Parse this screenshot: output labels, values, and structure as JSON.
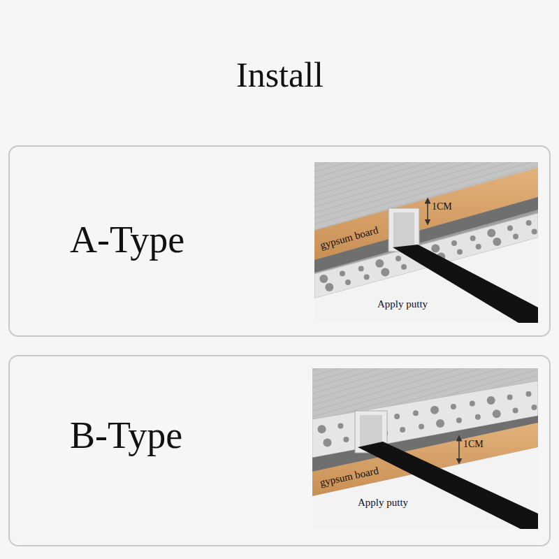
{
  "diagram": {
    "title": "Install",
    "nodes": [
      {
        "text": [
          "A-Type"
        ]
      },
      {
        "text": [
          "B-Type"
        ]
      }
    ],
    "labels": [
      "gypsum board",
      "1CM",
      "Apply putty",
      "gypsum board",
      "1CM",
      "Apply putty"
    ]
  }
}
